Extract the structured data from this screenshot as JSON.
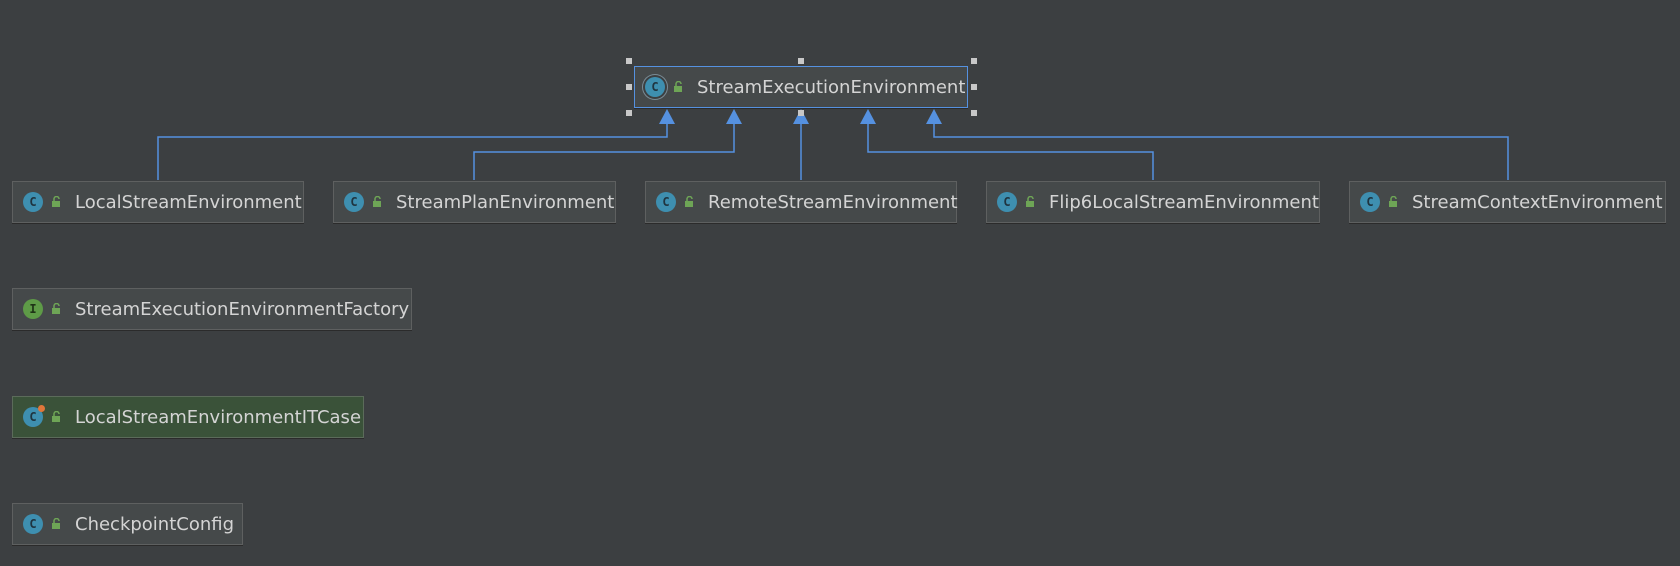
{
  "diagram": {
    "colors": {
      "background": "#3c3f41",
      "edge": "#5591e0",
      "class_icon": "#3e8fb0",
      "interface_icon": "#5e9b47",
      "visibility_icon": "#6ea556",
      "test_node": "#3a5239"
    },
    "root": {
      "name": "StreamExecutionEnvironment",
      "kind": "abstract-class",
      "icon_letter": "C"
    },
    "subclasses": [
      {
        "name": "LocalStreamEnvironment",
        "icon_letter": "C"
      },
      {
        "name": "StreamPlanEnvironment",
        "icon_letter": "C"
      },
      {
        "name": "RemoteStreamEnvironment",
        "icon_letter": "C"
      },
      {
        "name": "Flip6LocalStreamEnvironment",
        "icon_letter": "C"
      },
      {
        "name": "StreamContextEnvironment",
        "icon_letter": "C"
      }
    ],
    "standalone": [
      {
        "name": "StreamExecutionEnvironmentFactory",
        "kind": "interface",
        "icon_letter": "I"
      },
      {
        "name": "LocalStreamEnvironmentITCase",
        "kind": "test-class",
        "icon_letter": "C"
      },
      {
        "name": "CheckpointConfig",
        "kind": "class",
        "icon_letter": "C"
      }
    ],
    "edges": [
      {
        "from": "LocalStreamEnvironment",
        "to": "StreamExecutionEnvironment",
        "type": "extends"
      },
      {
        "from": "StreamPlanEnvironment",
        "to": "StreamExecutionEnvironment",
        "type": "extends"
      },
      {
        "from": "RemoteStreamEnvironment",
        "to": "StreamExecutionEnvironment",
        "type": "extends"
      },
      {
        "from": "Flip6LocalStreamEnvironment",
        "to": "StreamExecutionEnvironment",
        "type": "extends"
      },
      {
        "from": "StreamContextEnvironment",
        "to": "StreamExecutionEnvironment",
        "type": "extends"
      }
    ]
  }
}
